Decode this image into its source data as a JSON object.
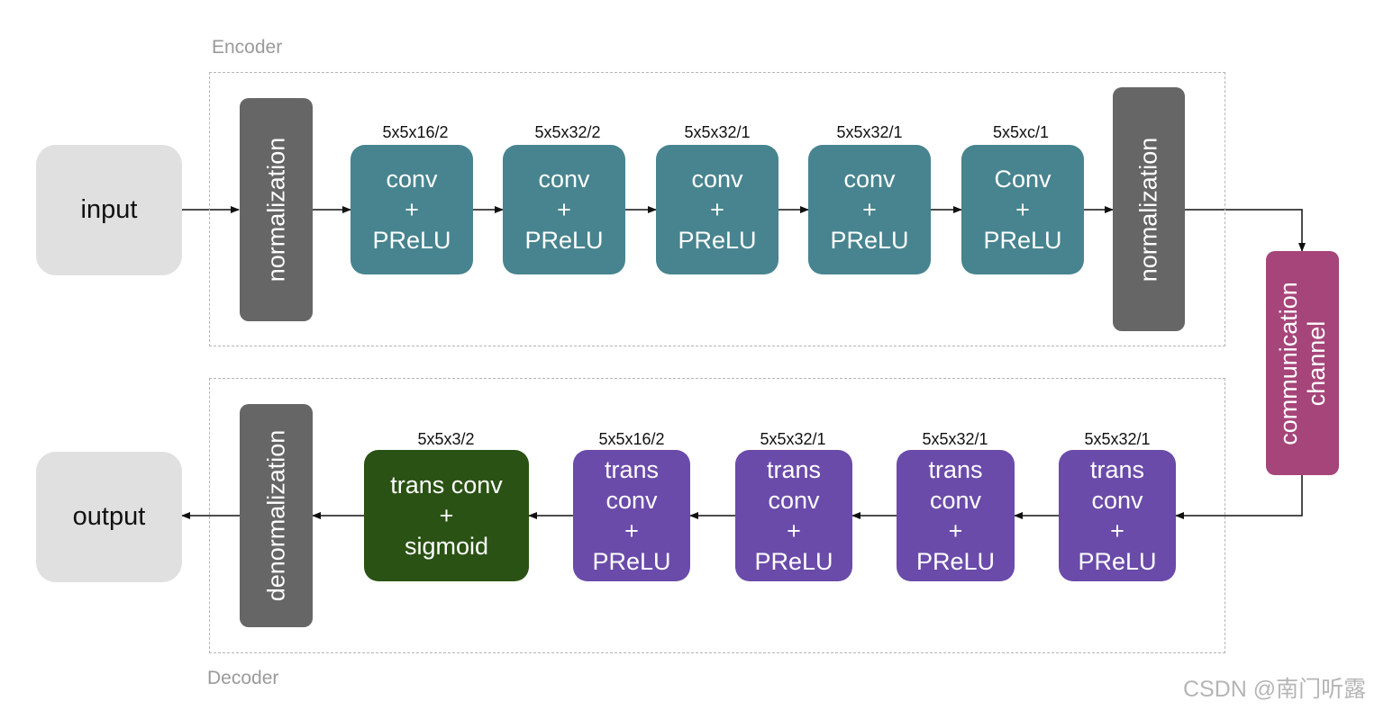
{
  "encoder": {
    "label": "Encoder",
    "input_label": "input",
    "norm_label": "normalization",
    "blocks": [
      {
        "dim": "5x5x16/2",
        "lines": [
          "conv",
          "+",
          "PReLU"
        ]
      },
      {
        "dim": "5x5x32/2",
        "lines": [
          "conv",
          "+",
          "PReLU"
        ]
      },
      {
        "dim": "5x5x32/1",
        "lines": [
          "conv",
          "+",
          "PReLU"
        ]
      },
      {
        "dim": "5x5x32/1",
        "lines": [
          "conv",
          "+",
          "PReLU"
        ]
      },
      {
        "dim": "5x5xc/1",
        "lines": [
          "Conv",
          "+",
          "PReLU"
        ]
      }
    ],
    "norm2_label": "normalization"
  },
  "channel": {
    "lines": [
      "communication",
      "channel"
    ]
  },
  "decoder": {
    "label": "Decoder",
    "output_label": "output",
    "denorm_label": "denormalization",
    "final_block": {
      "dim": "5x5x3/2",
      "lines": [
        "trans conv",
        "+",
        "sigmoid"
      ]
    },
    "blocks": [
      {
        "dim": "5x5x16/2",
        "lines": [
          "trans",
          "conv",
          "+",
          "PReLU"
        ]
      },
      {
        "dim": "5x5x32/1",
        "lines": [
          "trans",
          "conv",
          "+",
          "PReLU"
        ]
      },
      {
        "dim": "5x5x32/1",
        "lines": [
          "trans",
          "conv",
          "+",
          "PReLU"
        ]
      },
      {
        "dim": "5x5x32/1",
        "lines": [
          "trans",
          "conv",
          "+",
          "PReLU"
        ]
      }
    ]
  },
  "watermark": "CSDN @南门听露",
  "colors": {
    "encoder_block": "#47848f",
    "decoder_block": "#6a4ba9",
    "final_block": "#2a5214",
    "normalization": "#666666",
    "channel": "#a6457a",
    "io": "#e0e0e0"
  }
}
